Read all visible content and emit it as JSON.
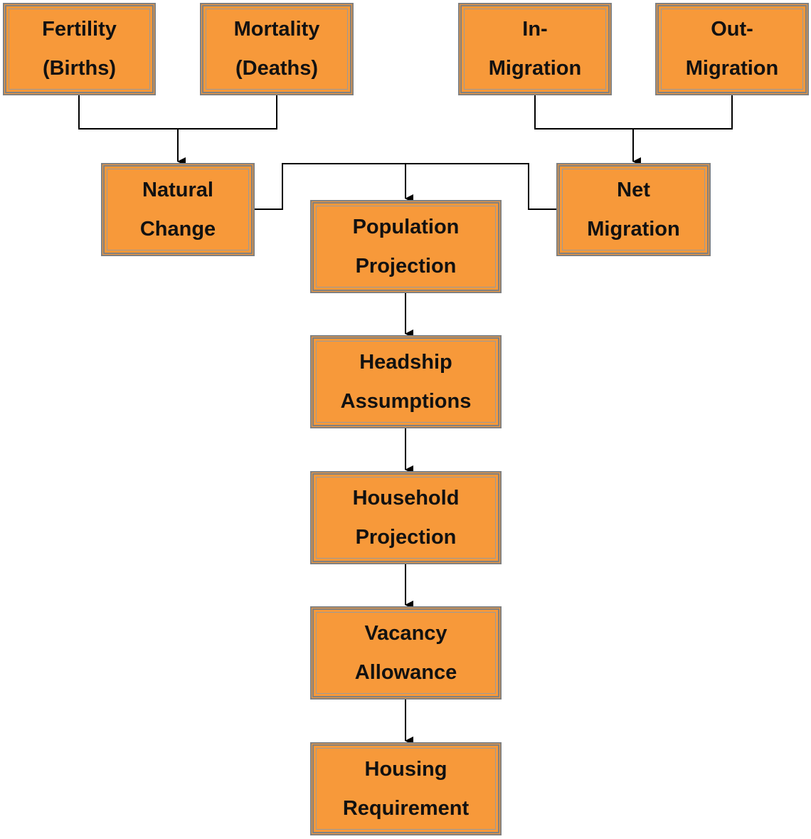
{
  "nodes": {
    "fertility": {
      "line1": "Fertility",
      "line2": "(Births)"
    },
    "mortality": {
      "line1": "Mortality",
      "line2": "(Deaths)"
    },
    "in_migration": {
      "line1": "In-",
      "line2": "Migration"
    },
    "out_migration": {
      "line1": "Out-",
      "line2": "Migration"
    },
    "natural_change": {
      "line1": "Natural",
      "line2": "Change"
    },
    "net_migration": {
      "line1": "Net",
      "line2": "Migration"
    },
    "population_projection": {
      "line1": "Population",
      "line2": "Projection"
    },
    "headship_assumptions": {
      "line1": "Headship",
      "line2": "Assumptions"
    },
    "household_projection": {
      "line1": "Household",
      "line2": "Projection"
    },
    "vacancy_allowance": {
      "line1": "Vacancy",
      "line2": "Allowance"
    },
    "housing_requirement": {
      "line1": "Housing",
      "line2": "Requirement"
    }
  },
  "edges": [
    {
      "from": [
        "fertility",
        "mortality"
      ],
      "to": "natural_change"
    },
    {
      "from": [
        "in_migration",
        "out_migration"
      ],
      "to": "net_migration"
    },
    {
      "from": [
        "natural_change",
        "net_migration"
      ],
      "to": "population_projection"
    },
    {
      "from": [
        "population_projection"
      ],
      "to": "headship_assumptions"
    },
    {
      "from": [
        "headship_assumptions"
      ],
      "to": "household_projection"
    },
    {
      "from": [
        "household_projection"
      ],
      "to": "vacancy_allowance"
    },
    {
      "from": [
        "vacancy_allowance"
      ],
      "to": "housing_requirement"
    }
  ],
  "colors": {
    "box_fill": "#f7993a",
    "box_border": "#808080",
    "text": "#111111",
    "connector": "#000000"
  }
}
